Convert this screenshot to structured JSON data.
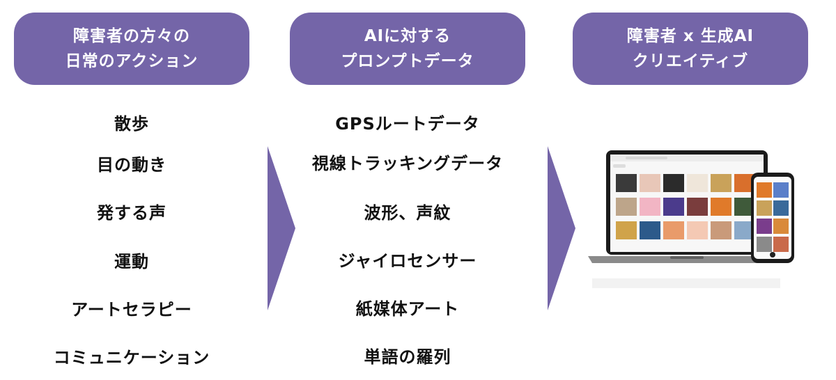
{
  "headers": [
    {
      "line1": "障害者の方々の",
      "line2": "日常のアクション"
    },
    {
      "line1": "AIに対する",
      "line2": "プロンプトデータ"
    },
    {
      "line1": "障害者 x 生成AI",
      "line2": "クリエイティブ"
    }
  ],
  "actions": [
    "散歩",
    "目の動き",
    "発する声",
    "運動",
    "アートセラピー",
    "コミュニケーション"
  ],
  "prompt_data": [
    "GPSルートデータ",
    "視線トラッキングデータ",
    "波形、声紋",
    "ジャイロセンサー",
    "紙媒体アート",
    "単語の羅列"
  ],
  "colors": {
    "accent": "#7465a8",
    "arrow": "#7465a8",
    "text": "#111111"
  },
  "icons": {
    "arrow1": "chevron-right-icon",
    "arrow2": "chevron-right-icon"
  }
}
